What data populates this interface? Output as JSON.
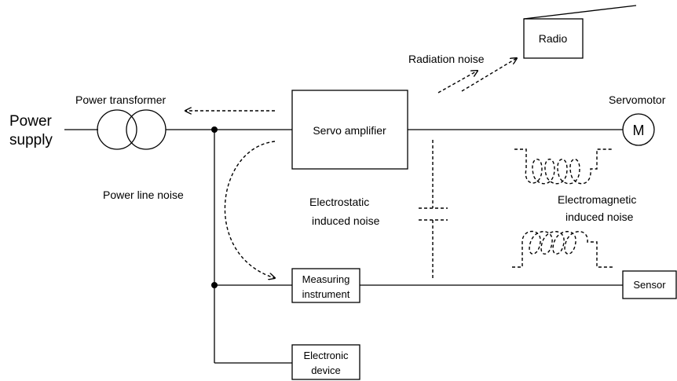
{
  "labels": {
    "power_supply_1": "Power",
    "power_supply_2": "supply",
    "power_transformer": "Power transformer",
    "servo_amplifier": "Servo amplifier",
    "servomotor": "Servomotor",
    "motor_symbol": "M",
    "radio": "Radio",
    "radiation_noise": "Radiation noise",
    "power_line_noise": "Power line noise",
    "electrostatic_1": "Electrostatic",
    "electrostatic_2": "induced noise",
    "electromagnetic_1": "Electromagnetic",
    "electromagnetic_2": "induced noise",
    "measuring_1": "Measuring",
    "measuring_2": "instrument",
    "sensor": "Sensor",
    "electronic_1": "Electronic",
    "electronic_2": "device"
  }
}
